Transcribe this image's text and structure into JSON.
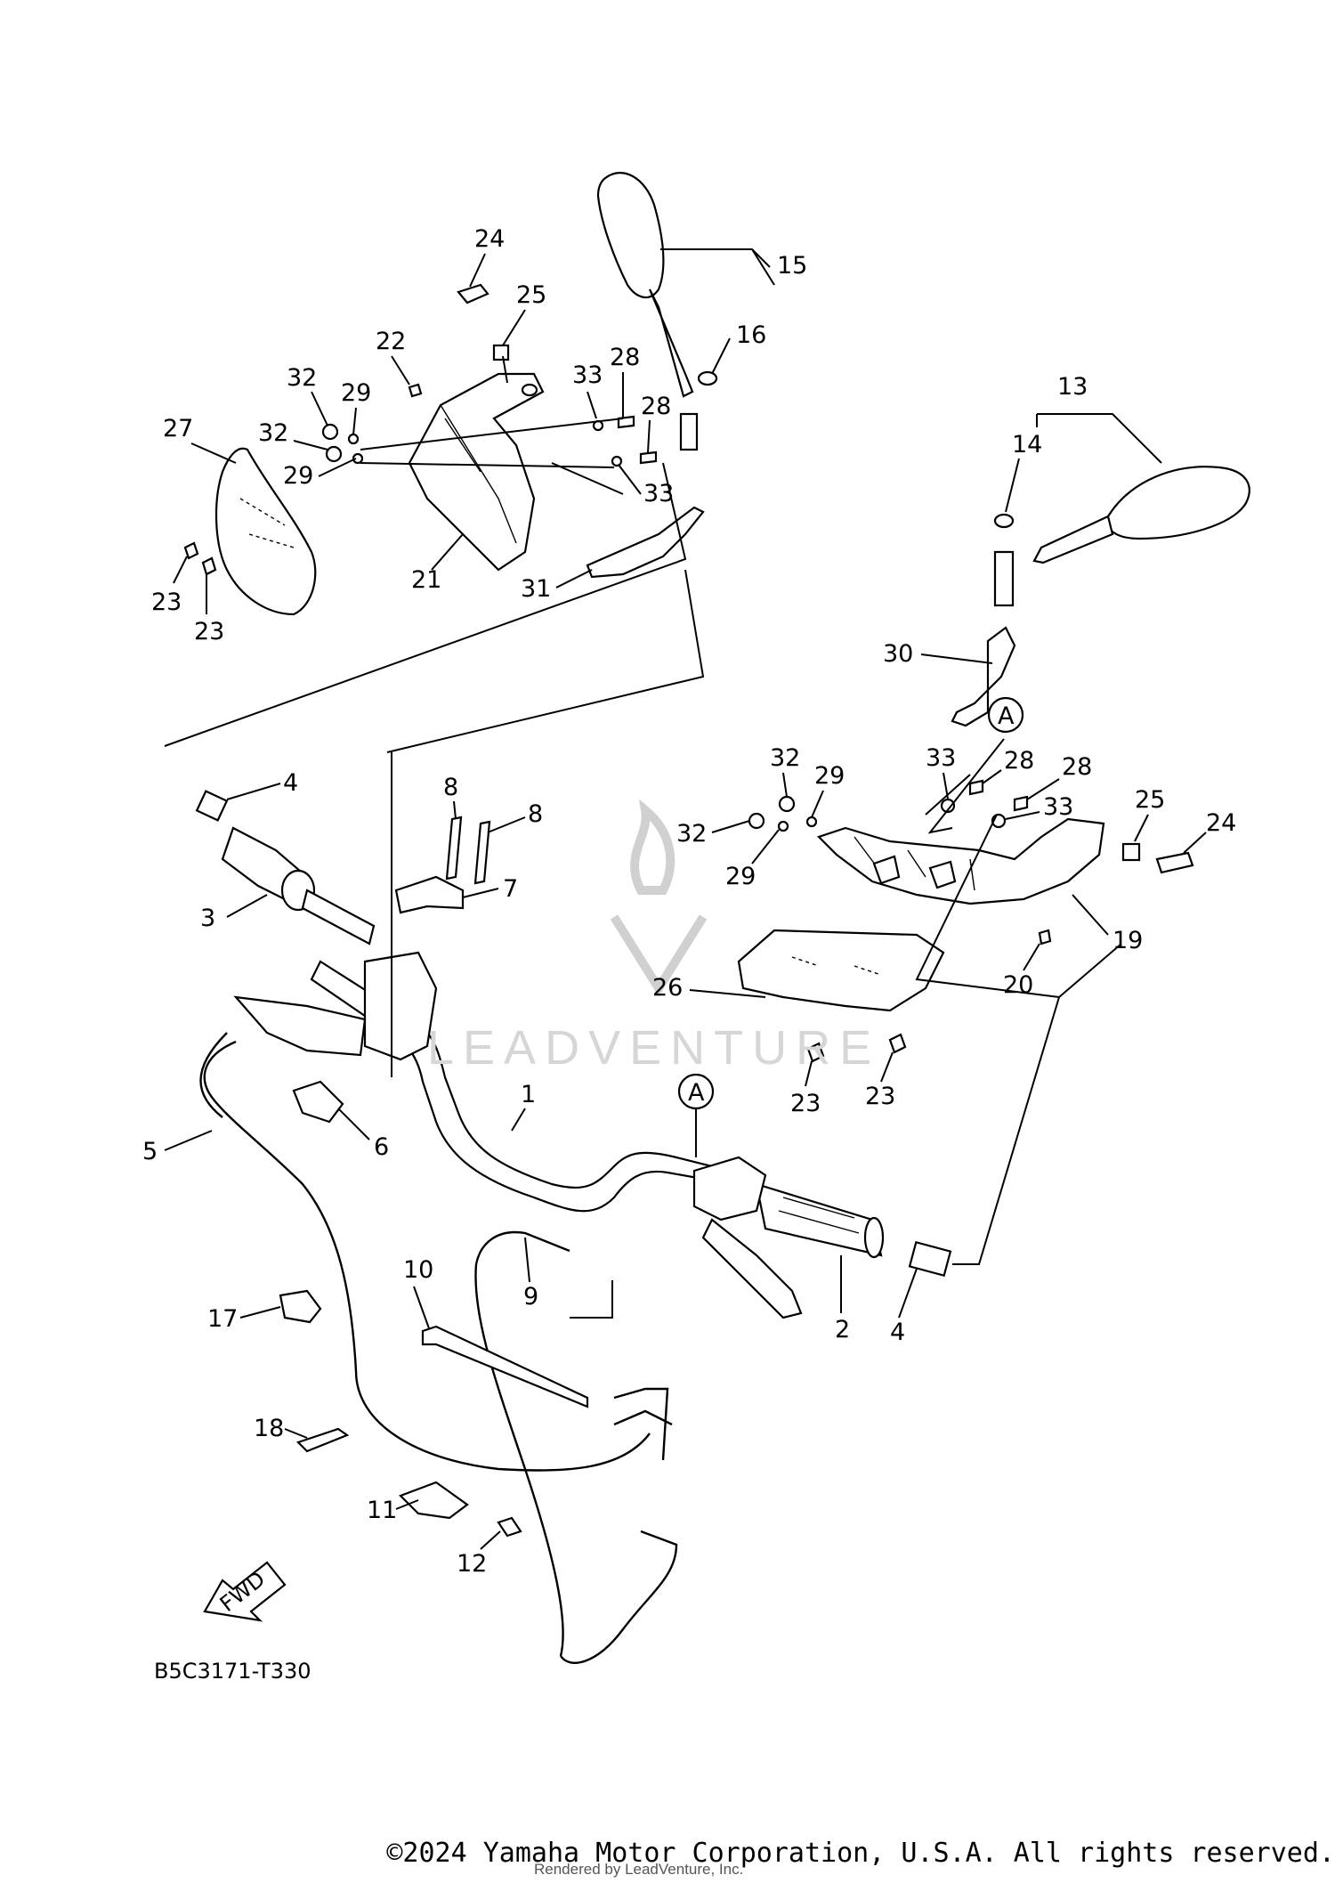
{
  "diagram": {
    "code": "B5C3171-T330",
    "fwd_label": "FWD",
    "ref_marker": "A",
    "callouts": [
      "1",
      "2",
      "3",
      "4",
      "4",
      "5",
      "6",
      "7",
      "8",
      "8",
      "9",
      "10",
      "11",
      "12",
      "13",
      "14",
      "15",
      "16",
      "17",
      "18",
      "19",
      "20",
      "21",
      "22",
      "23",
      "23",
      "23",
      "23",
      "24",
      "24",
      "25",
      "25",
      "26",
      "27",
      "28",
      "28",
      "28",
      "28",
      "29",
      "29",
      "29",
      "29",
      "30",
      "31",
      "32",
      "32",
      "32",
      "32",
      "33",
      "33",
      "33",
      "33"
    ]
  },
  "watermark": {
    "text": "LEADVENTURE"
  },
  "footer": {
    "copyright": "©2024 Yamaha Motor Corporation, U.S.A. All rights reserved.",
    "rendered_by": "Rendered by LeadVenture, Inc."
  }
}
